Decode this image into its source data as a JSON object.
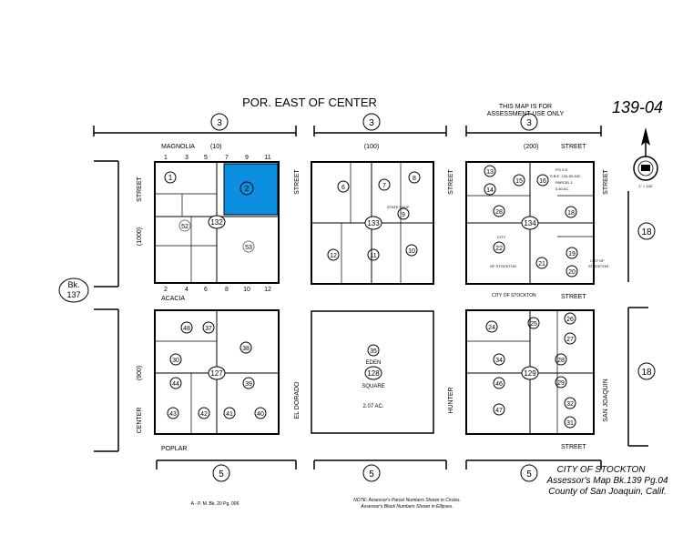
{
  "header": {
    "area_title": "POR. EAST OF CENTER",
    "note_line1": "THIS MAP IS FOR",
    "note_line2": "ASSESSMENT USE ONLY",
    "map_number": "139-04"
  },
  "streets": {
    "magnolia": "MAGNOLIA",
    "magnolia_block": "(10)",
    "top_100": "(100)",
    "top_200": "(200)",
    "street": "STREET",
    "acacia": "ACACIA",
    "poplar": "POPLAR",
    "center": "CENTER",
    "center_left_1000": "(1000)",
    "center_left_900": "(900)",
    "el_dorado": "EL DORADO",
    "hunter": "HUNTER",
    "san_joaquin": "SAN JOAQUIN",
    "city_of_stockton": "CITY OF STOCKTON"
  },
  "page_refs": {
    "top": [
      "3",
      "3",
      "3"
    ],
    "bottom": [
      "5",
      "5",
      "5"
    ],
    "right_upper": "18",
    "right_lower": "18",
    "left_ref_line1": "Bk.",
    "left_ref_line2": "137"
  },
  "blocks": {
    "b132": "132",
    "b133": "133",
    "b134": "134",
    "b127": "127",
    "b128": "128",
    "b129": "129"
  },
  "eden_square": {
    "parcel": "35",
    "name": "EDEN",
    "square": "SQUARE",
    "acres": "2.07 AC."
  },
  "parcels": {
    "top_left": [
      "1",
      "2",
      "52",
      "53"
    ],
    "top_middle": [
      "6",
      "7",
      "8",
      "9",
      "12",
      "11",
      "10"
    ],
    "top_right": [
      "13",
      "15",
      "16",
      "14",
      "28",
      "18",
      "22",
      "21",
      "19",
      "20"
    ],
    "bottom_left": [
      "48",
      "37",
      "38",
      "30",
      "39",
      "44",
      "43",
      "42",
      "41",
      "40"
    ],
    "bottom_right": [
      "24",
      "25",
      "26",
      "27",
      "34",
      "28",
      "46",
      "29",
      "47",
      "32",
      "31"
    ]
  },
  "top_left_lots": [
    "1",
    "3",
    "5",
    "7",
    "9",
    "11",
    "2",
    "4",
    "6",
    "8",
    "10",
    "12"
  ],
  "annotations": {
    "psse": "P.S.S.E.",
    "sbe": "S.B.E. 133-39-33C",
    "parcel1": "PARCEL 1",
    "acres_040": "0.40 AC.",
    "city": "CITY",
    "of_stockton": "OF STOCKTON",
    "city_of": "CITY OF",
    "stockton": "STOCKTON",
    "state_calif": "STATE CALIF."
  },
  "footer": {
    "city": "CITY OF STOCKTON",
    "assessor_map": "Assessor's Map Bk.139 Pg.04",
    "county": "County of San Joaquin, Calif.",
    "ref_left": "A - P. M. Bk. 20 Pg. 006",
    "note1": "NOTE: Assessor's Parcel Numbers Shown in Circles.",
    "note2": "Assessor's Block Numbers Shown in Ellipses."
  },
  "seal_scale": "1\" = 100'",
  "colors": {
    "highlight": "#0c8fe0",
    "ink": "#000000"
  }
}
